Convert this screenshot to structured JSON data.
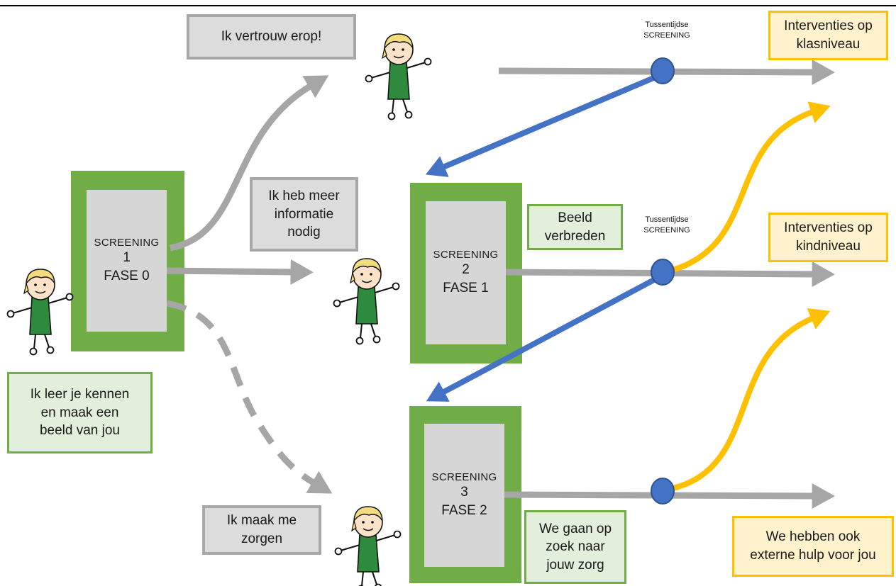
{
  "screenings": [
    {
      "word": "SCREENING",
      "num": "1",
      "fase": "FASE 0"
    },
    {
      "word": "SCREENING",
      "num": "2",
      "fase": "FASE 1"
    },
    {
      "word": "SCREENING",
      "num": "3",
      "fase": "FASE 2"
    }
  ],
  "messages": {
    "trust": "Ik vertrouw erop!",
    "more_info": "Ik heb meer\ninformatie\nnodig",
    "worry": "Ik maak me\nzorgen",
    "get_to_know": "Ik leer je kennen\nen maak een\nbeeld van jou",
    "broaden": "Beeld\nverbreden",
    "search_care": "We gaan op\nzoek naar\njouw zorg"
  },
  "interim": [
    {
      "line1": "Tussentijdse",
      "line2": "SCREENING"
    },
    {
      "line1": "Tussentijdse",
      "line2": "SCREENING"
    }
  ],
  "outcomes": {
    "class_level": "Interventies op\nklasniveau",
    "child_level": "Interventies op\nkindniveau",
    "external": "We hebben ook\nexterne hulp voor jou"
  },
  "colors": {
    "screening_frame": "#70ad47",
    "screening_inner": "#d6d6d6",
    "gray_arrow": "#a6a6a6",
    "blue_arrow": "#4472c4",
    "yellow_arrow": "#ffc000",
    "node": "#4472c4"
  },
  "icons": [
    "child-figure-icon"
  ]
}
